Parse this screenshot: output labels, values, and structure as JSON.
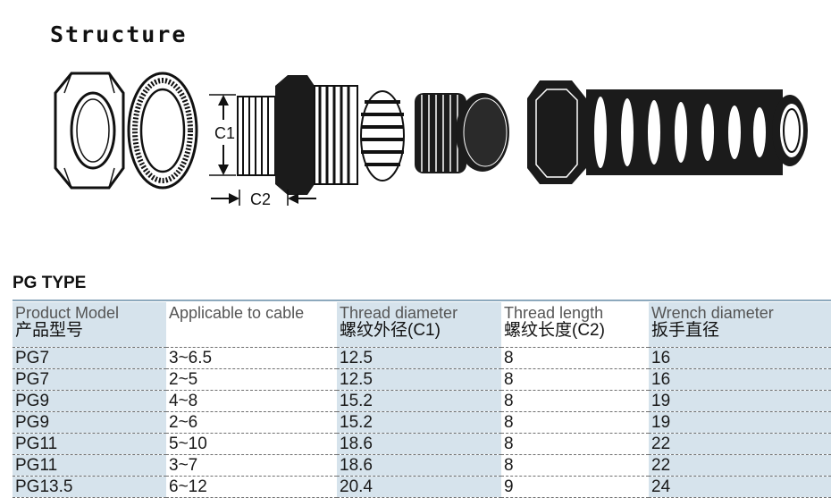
{
  "heading": "Structure",
  "diagram": {
    "label_c1": "C1",
    "label_c2": "C2"
  },
  "table": {
    "caption": "PG TYPE",
    "headers": [
      {
        "en": "Product Model",
        "zh": "产品型号"
      },
      {
        "en": "Applicable to cable",
        "zh": ""
      },
      {
        "en": "Thread diameter",
        "zh": "螺纹外径(C1)"
      },
      {
        "en": "Thread length",
        "zh": "螺纹长度(C2)"
      },
      {
        "en": "Wrench diameter",
        "zh": "扳手直径"
      }
    ],
    "rows": [
      [
        "PG7",
        "3~6.5",
        "12.5",
        "8",
        "16"
      ],
      [
        "PG7",
        "2~5",
        "12.5",
        "8",
        "16"
      ],
      [
        "PG9",
        "4~8",
        "15.2",
        "8",
        "19"
      ],
      [
        "PG9",
        "2~6",
        "15.2",
        "8",
        "19"
      ],
      [
        "PG11",
        "5~10",
        "18.6",
        "8",
        "22"
      ],
      [
        "PG11",
        "3~7",
        "18.6",
        "8",
        "22"
      ],
      [
        "PG13.5",
        "6~12",
        "20.4",
        "9",
        "24"
      ]
    ]
  },
  "colors": {
    "column_shade": "#d6e3ec",
    "ink": "#1a1a1a"
  }
}
